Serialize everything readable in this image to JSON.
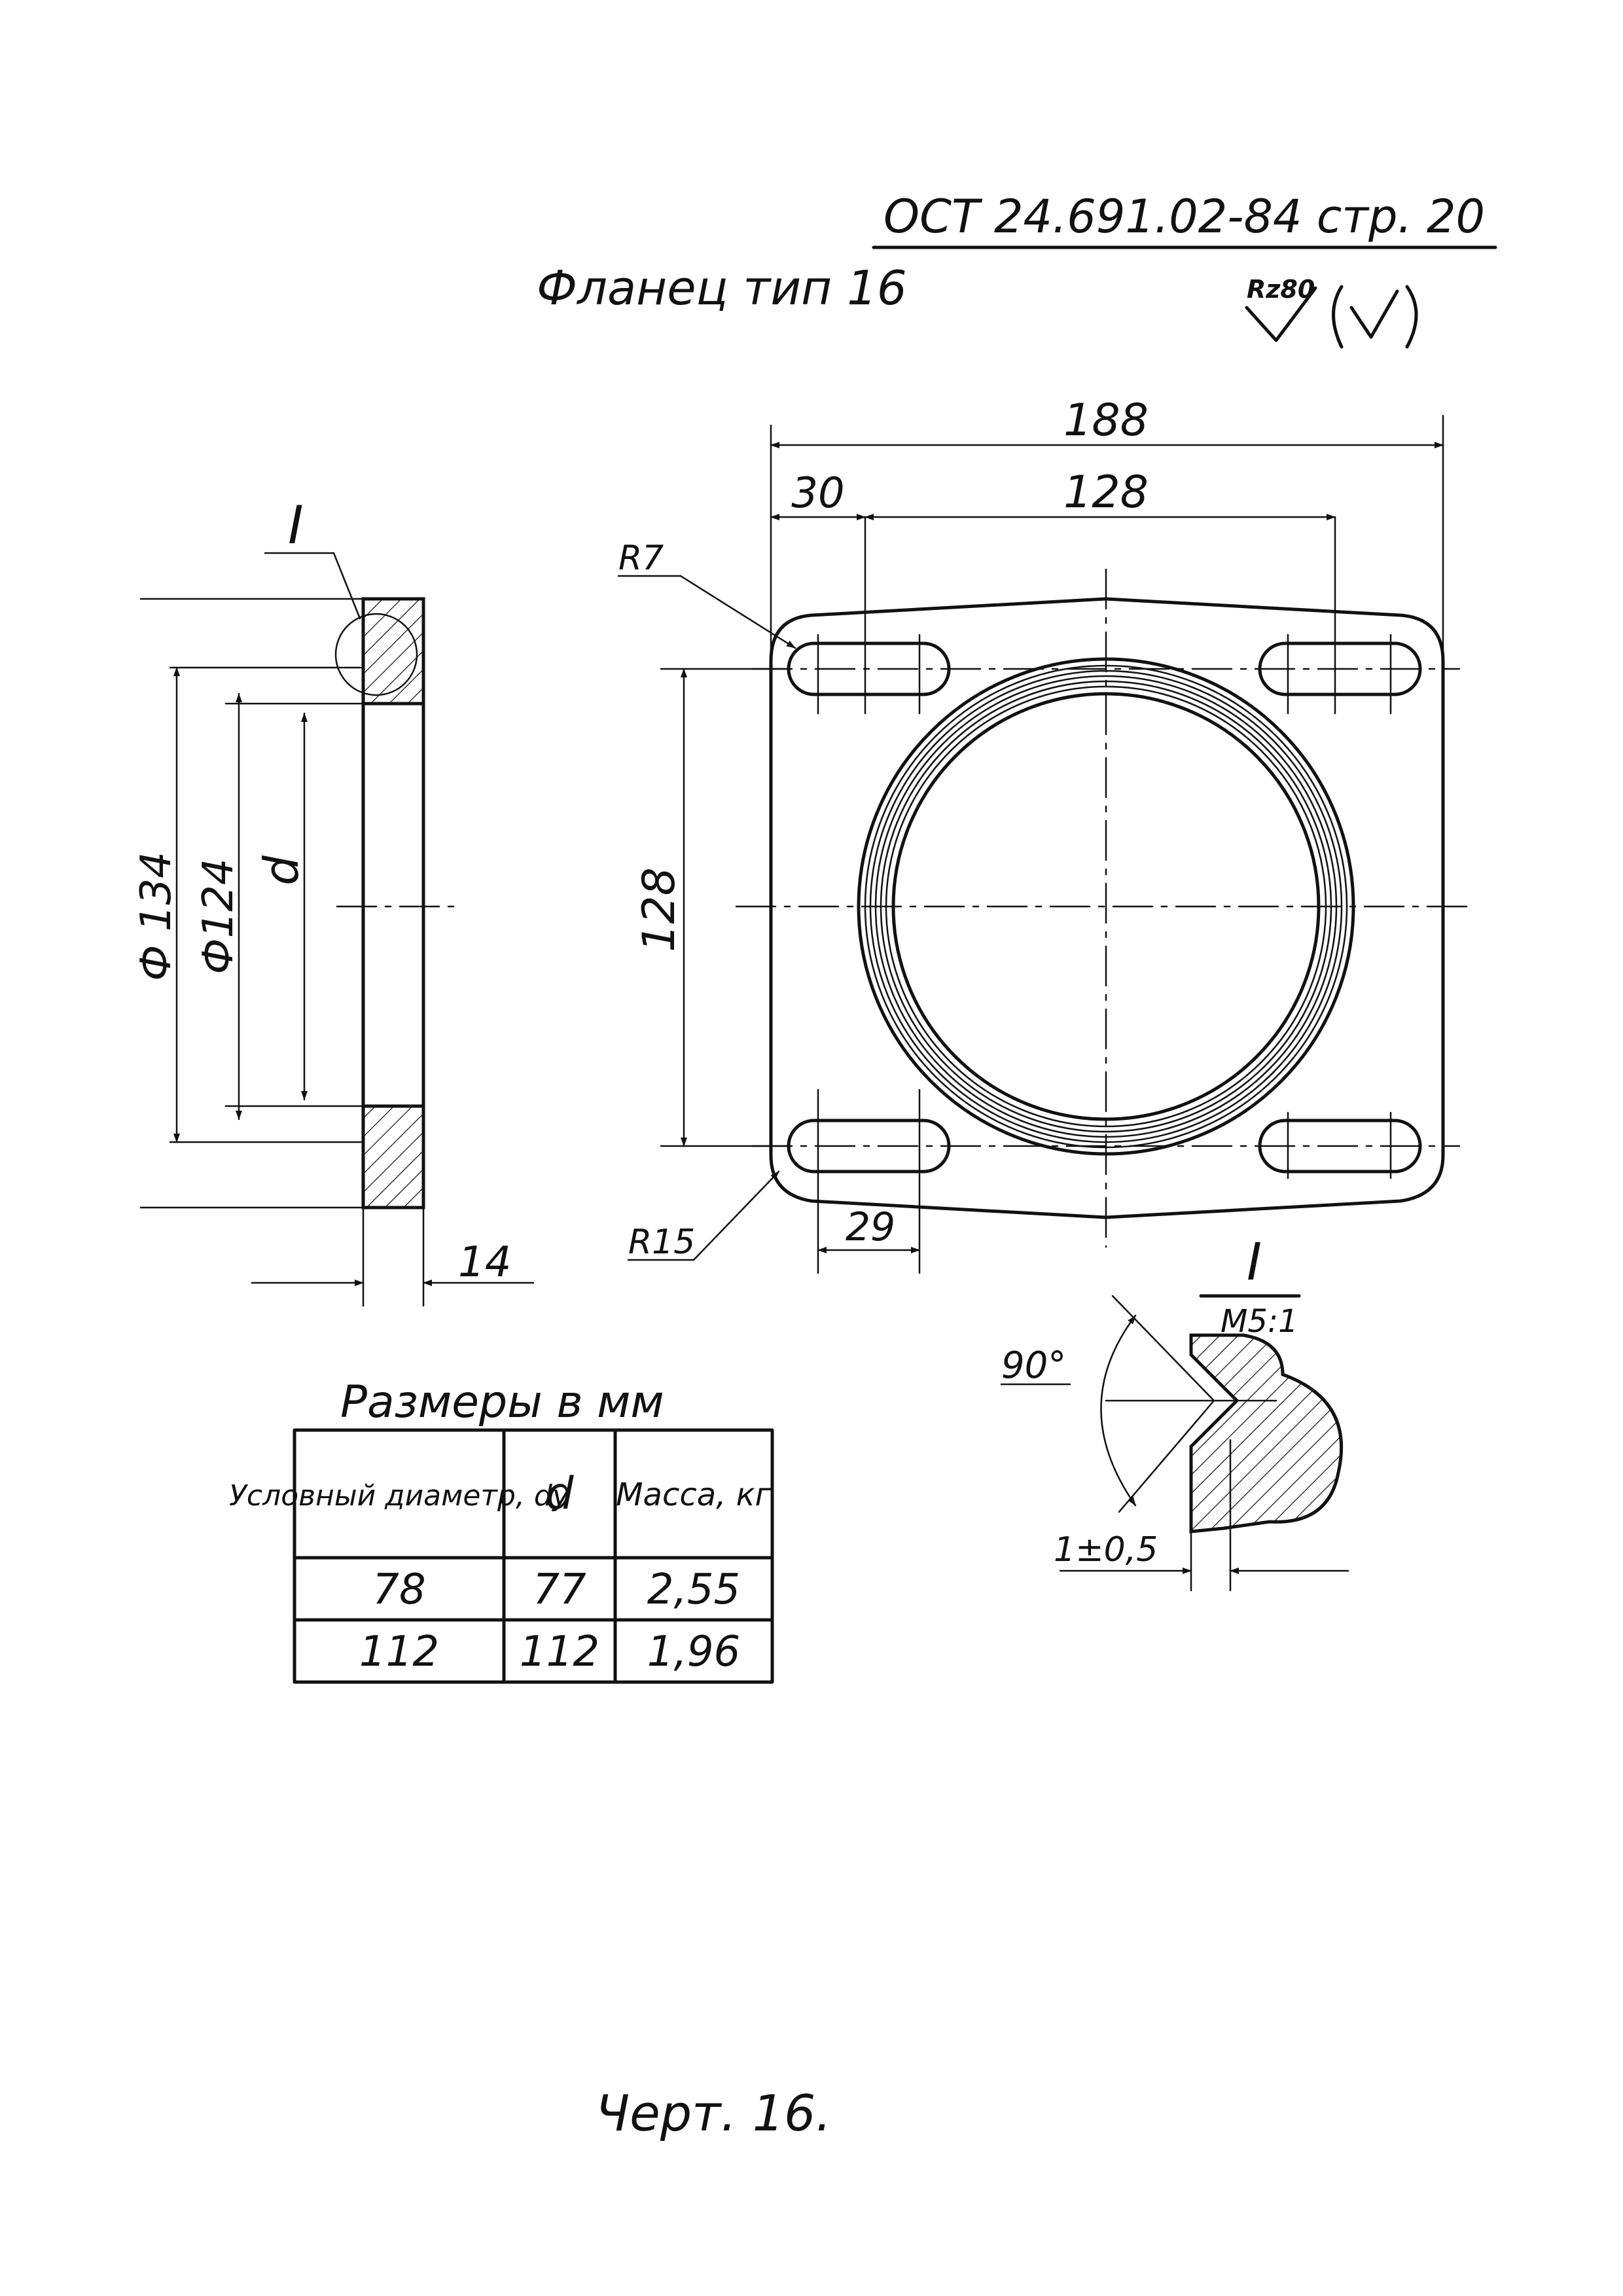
{
  "header": {
    "standard": "ОСТ 24.691.02-84 стр. 20",
    "title": "Фланец тип 16",
    "roughness": "Rz80"
  },
  "section_view": {
    "callout": "I",
    "dim_outer": "Ф 134",
    "dim_middle": "Ф124",
    "dim_inner": "d",
    "dim_thickness": "14"
  },
  "plan_view": {
    "dim_overall_width": "188",
    "dim_edge_to_slot": "30",
    "dim_slot_spacing": "128",
    "dim_vertical_spacing": "128",
    "dim_slot_length": "29",
    "corner_radius": "R7",
    "slot_radius": "R15"
  },
  "detail": {
    "title": "I",
    "scale": "M5:1",
    "angle": "90°",
    "chamfer": "1±0,5"
  },
  "table": {
    "caption": "Размеры в мм",
    "headers": [
      "Условный диаметр, dу",
      "d",
      "Масса, кг"
    ],
    "rows": [
      [
        "78",
        "77",
        "2,55"
      ],
      [
        "112",
        "112",
        "1,96"
      ]
    ]
  },
  "footer": {
    "drawing_label": "Черт. 16."
  }
}
